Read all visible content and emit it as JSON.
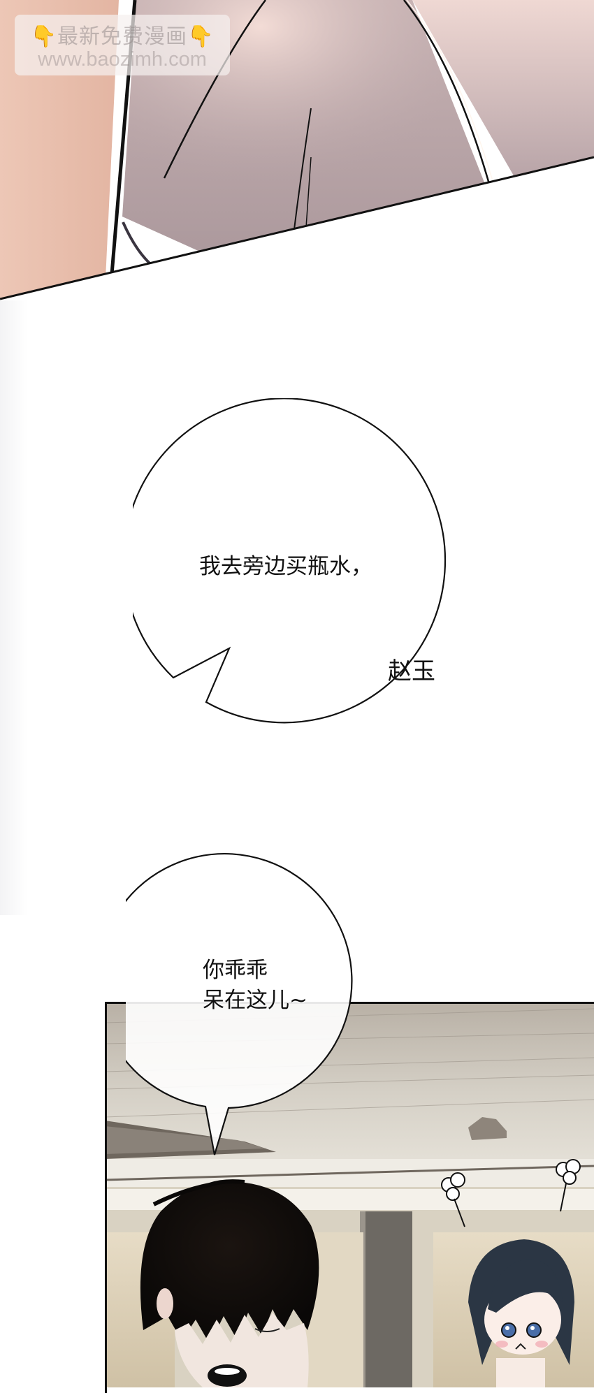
{
  "watermark": {
    "hand_left": "👇",
    "title": "最新免费漫画",
    "hand_right": "👇",
    "url": "www.baozimh.com"
  },
  "panels": [
    {
      "id": "panel-1",
      "description": "close-up of skin and mauve clothing fold, cut by diagonal panel border"
    },
    {
      "id": "panel-2",
      "description": "car interior, boy with dark hair smiling eyes closed, chibi girl pouting with steam puffs"
    }
  ],
  "bubbles": [
    {
      "lines": [
        "我去旁边买瓶水，"
      ],
      "speaker": "赵玉"
    },
    {
      "lines": [
        "你乖乖",
        "呆在这儿~"
      ]
    }
  ],
  "colors": {
    "skin": "#e8bfae",
    "cloth": "#b5a2a6",
    "cloth_light": "#d9c3c1",
    "ink": "#111111",
    "car_interior": "#d8d2c4",
    "hair": "#0e0b0a",
    "girl_hair": "#2b3644",
    "girl_eyes": "#4a6ea8"
  }
}
